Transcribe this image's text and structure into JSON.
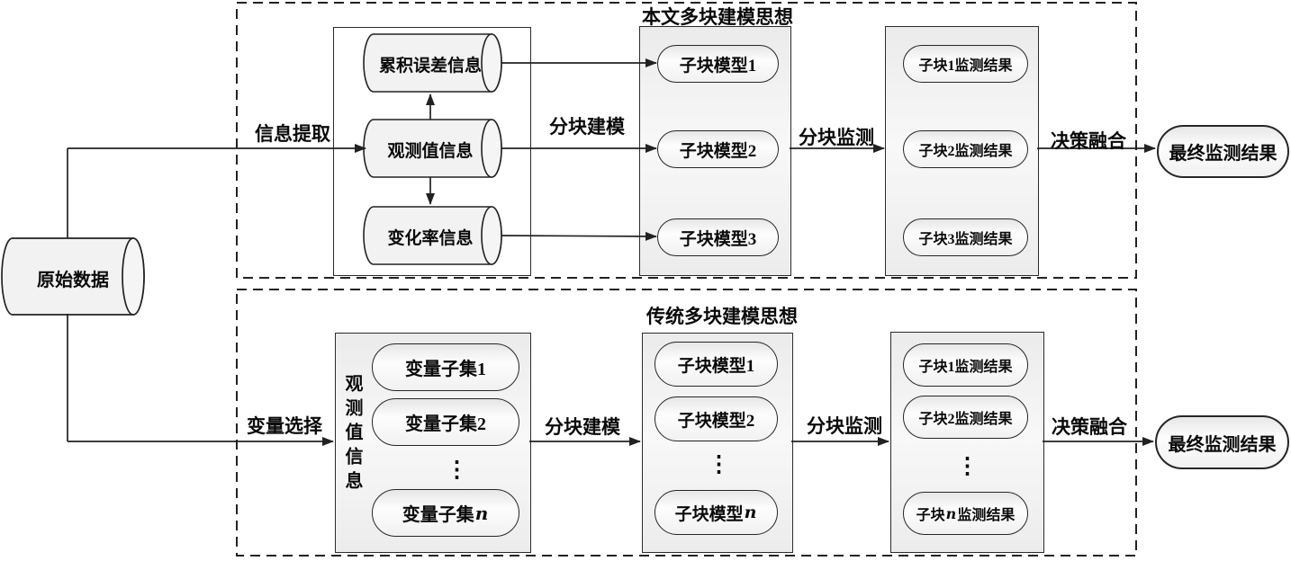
{
  "palette": {
    "stroke": "#222222",
    "box_fill": "#f0f0f0",
    "shape_fill": "#f2f2f2",
    "background": "#ffffff"
  },
  "source": {
    "label": "原始数据"
  },
  "proposed": {
    "title": "本文多块建模思想",
    "labels": {
      "extract": "信息提取",
      "modeling": "分块建模",
      "monitoring": "分块监测",
      "fusion": "决策融合"
    },
    "cylinders": [
      "累积误差信息",
      "观测值信息",
      "变化率信息"
    ],
    "submodels": [
      "子块模型1",
      "子块模型2",
      "子块模型3"
    ],
    "results": [
      "子块1监测结果",
      "子块2监测结果",
      "子块3监测结果"
    ],
    "final": "最终监测结果"
  },
  "traditional": {
    "title": "传统多块建模思想",
    "labels": {
      "select": "变量选择",
      "modeling": "分块建模",
      "monitoring": "分块监测",
      "fusion": "决策融合"
    },
    "group_label": "观测值信息",
    "subsets": [
      "变量子集1",
      "变量子集2"
    ],
    "subset_n": {
      "pre": "变量子集",
      "var": "n"
    },
    "submodels": [
      "子块模型1",
      "子块模型2"
    ],
    "submodel_n": {
      "pre": "子块模型",
      "var": "n"
    },
    "results": [
      "子块1监测结果",
      "子块2监测结果"
    ],
    "result_n": {
      "pre": "子块",
      "var": "n",
      "post": "监测结果"
    },
    "final": "最终监测结果",
    "ellipsis": "⋮"
  }
}
